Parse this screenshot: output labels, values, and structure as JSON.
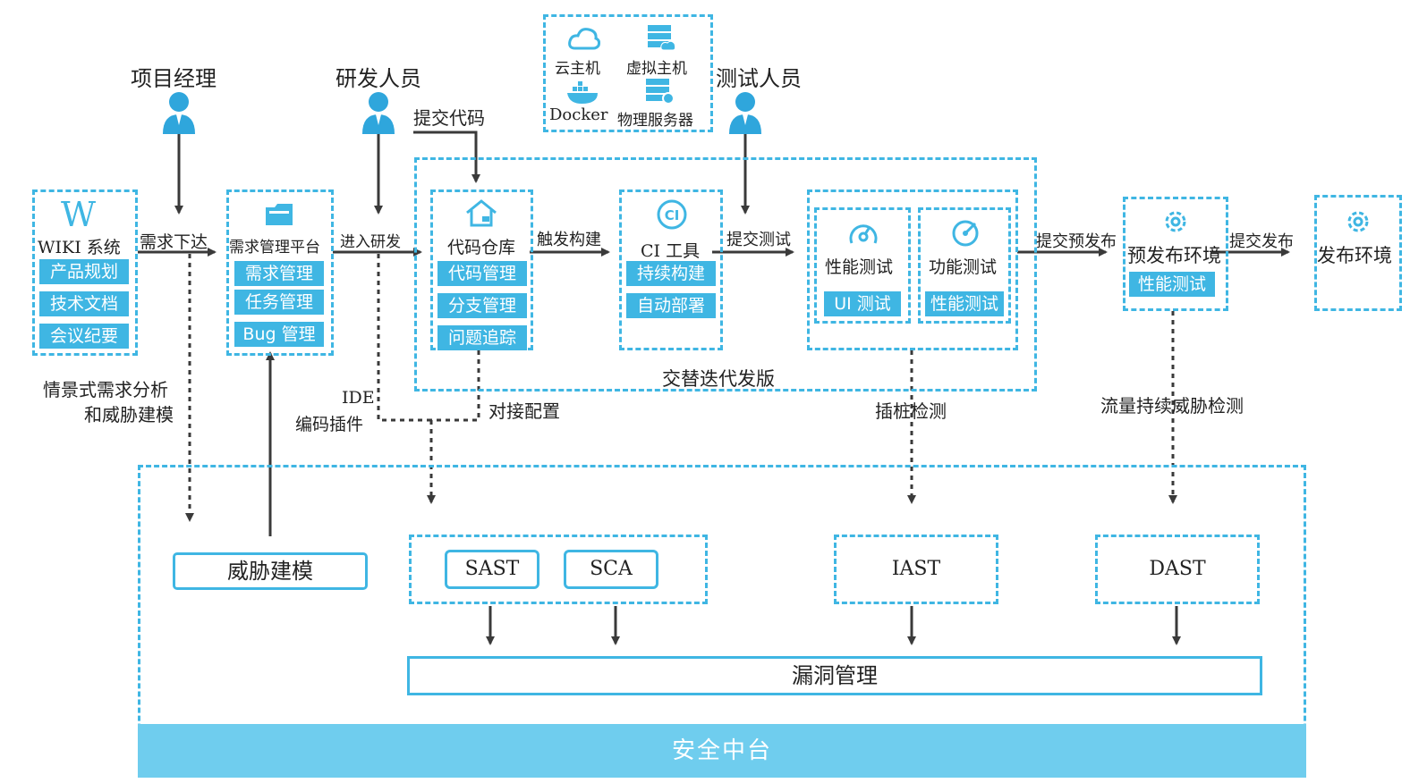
{
  "roles": {
    "pm": "项目经理",
    "dev": "研发人员",
    "qa": "测试人员"
  },
  "infra": {
    "cloud": "云主机",
    "vm": "虚拟主机",
    "docker": "Docker",
    "physical": "物理服务器"
  },
  "wiki": {
    "title": "WIKI 系统",
    "items": [
      "产品规划",
      "技术文档",
      "会议纪要"
    ]
  },
  "req": {
    "title": "需求管理平台",
    "items": [
      "需求管理",
      "任务管理",
      "Bug 管理"
    ]
  },
  "repo": {
    "title": "代码仓库",
    "items": [
      "代码管理",
      "分支管理",
      "问题追踪"
    ]
  },
  "ci": {
    "title": "CI 工具",
    "items": [
      "持续构建",
      "自动部署"
    ]
  },
  "perf": {
    "title": "性能测试",
    "item": "UI 测试"
  },
  "func": {
    "title": "功能测试",
    "item": "性能测试"
  },
  "pre": {
    "title": "预发布环境",
    "item": "性能测试"
  },
  "release": {
    "title": "发布环境"
  },
  "arrows": {
    "req_issue": "需求下达",
    "enter_dev": "进入研发",
    "commit_code": "提交代码",
    "trigger_build": "触发构建",
    "submit_test": "提交测试",
    "submit_pre": "提交预发布",
    "submit_release": "提交发布"
  },
  "iter_label": "交替迭代发版",
  "notes": {
    "scenario1": "情景式需求分析",
    "scenario2": "和威胁建模",
    "ide1": "IDE",
    "ide2": "编码插件",
    "config": "对接配置",
    "instrument": "插桩检测",
    "traffic": "流量持续威胁检测"
  },
  "security": {
    "threat": "威胁建模",
    "sast": "SAST",
    "sca": "SCA",
    "iast": "IAST",
    "dast": "DAST",
    "vuln": "漏洞管理",
    "platform": "安全中台"
  },
  "colors": {
    "accent": "#3fb6e3",
    "arrow": "#3a3a3a"
  }
}
